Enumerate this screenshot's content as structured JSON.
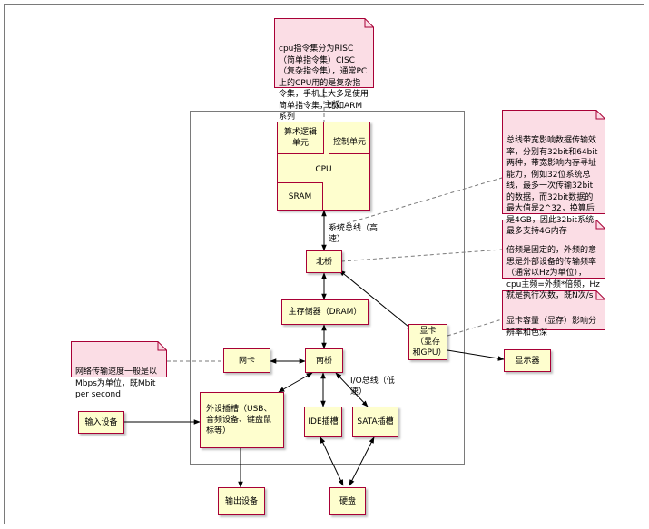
{
  "mainboard": {
    "label": "主板"
  },
  "nodes": {
    "alu": "算术逻辑单元",
    "control_unit": "控制单元",
    "cpu": "CPU",
    "sram": "SRAM",
    "northbridge": "北桥",
    "dram": "主存储器（DRAM）",
    "southbridge": "南桥",
    "nic": "网卡",
    "gpu": "显卡（显存和GPU）",
    "display": "显示器",
    "peripheral_slot": "外设插槽（USB、音频设备、键盘鼠标等）",
    "ide_slot": "IDE插槽",
    "sata_slot": "SATA插槽",
    "input_device": "输入设备",
    "output_device": "输出设备",
    "disk": "硬盘"
  },
  "edge_labels": {
    "system_bus": "系统总线（高速）",
    "io_bus": "I/O总线（低速）"
  },
  "notes": {
    "cpu_isa": "cpu指令集分为RISC（简单指令集）CISC（复杂指令集），通常PC上的CPU用的是复杂指令集，手机上大多是使用简单指令集，比如ARM系列",
    "bus_width": "总线带宽影响数据传输效率，分别有32bit和64bit两种，带宽影响内存寻址能力，例如32位系统总线，最多一次传输32bit的数据，而32bit数据的最大值是2^32，换算后是4GB，因此32bit系统最多支持4G内存",
    "frequency": "倍频是固定的，外频的意思是外部设备的传输频率（通常以Hz为单位），cpu主频=外频*倍频，Hz就是执行次数，既N次/s",
    "gpu_memory": "显卡容量（显存）影响分辨率和色深",
    "network_speed": "网络传输速度一般是以Mbps为单位，既Mbit per second"
  },
  "colors": {
    "node_fill": "#fefece",
    "node_border": "#a80036",
    "note_fill": "#fbdde5",
    "note_border": "#a80036",
    "edge": "#000000"
  }
}
